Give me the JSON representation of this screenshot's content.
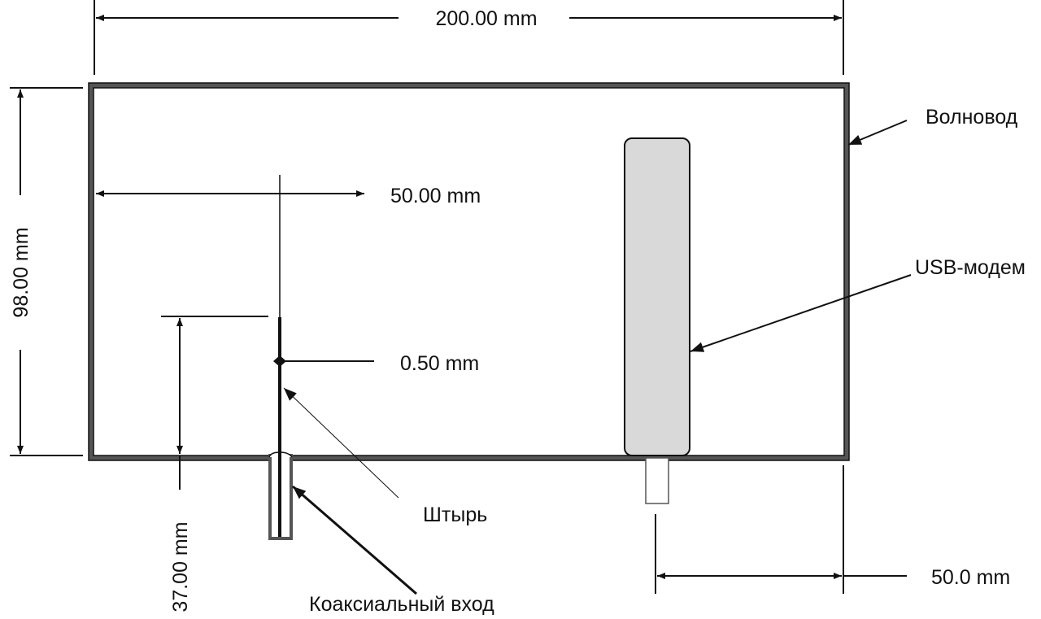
{
  "dimensions": {
    "width": "200.00 mm",
    "height": "98.00 mm",
    "pin_offset": "50.00 mm",
    "pin_diameter": "0.50 mm",
    "pin_height": "37.00 mm",
    "modem_offset": "50.0 mm"
  },
  "labels": {
    "waveguide": "Волновод",
    "usb_modem": "USB-модем",
    "pin": "Штырь",
    "coax_input": "Коаксиальный вход"
  },
  "colors": {
    "line": "#111111",
    "modem_fill": "#d9d9d9",
    "wall": "#555555"
  }
}
